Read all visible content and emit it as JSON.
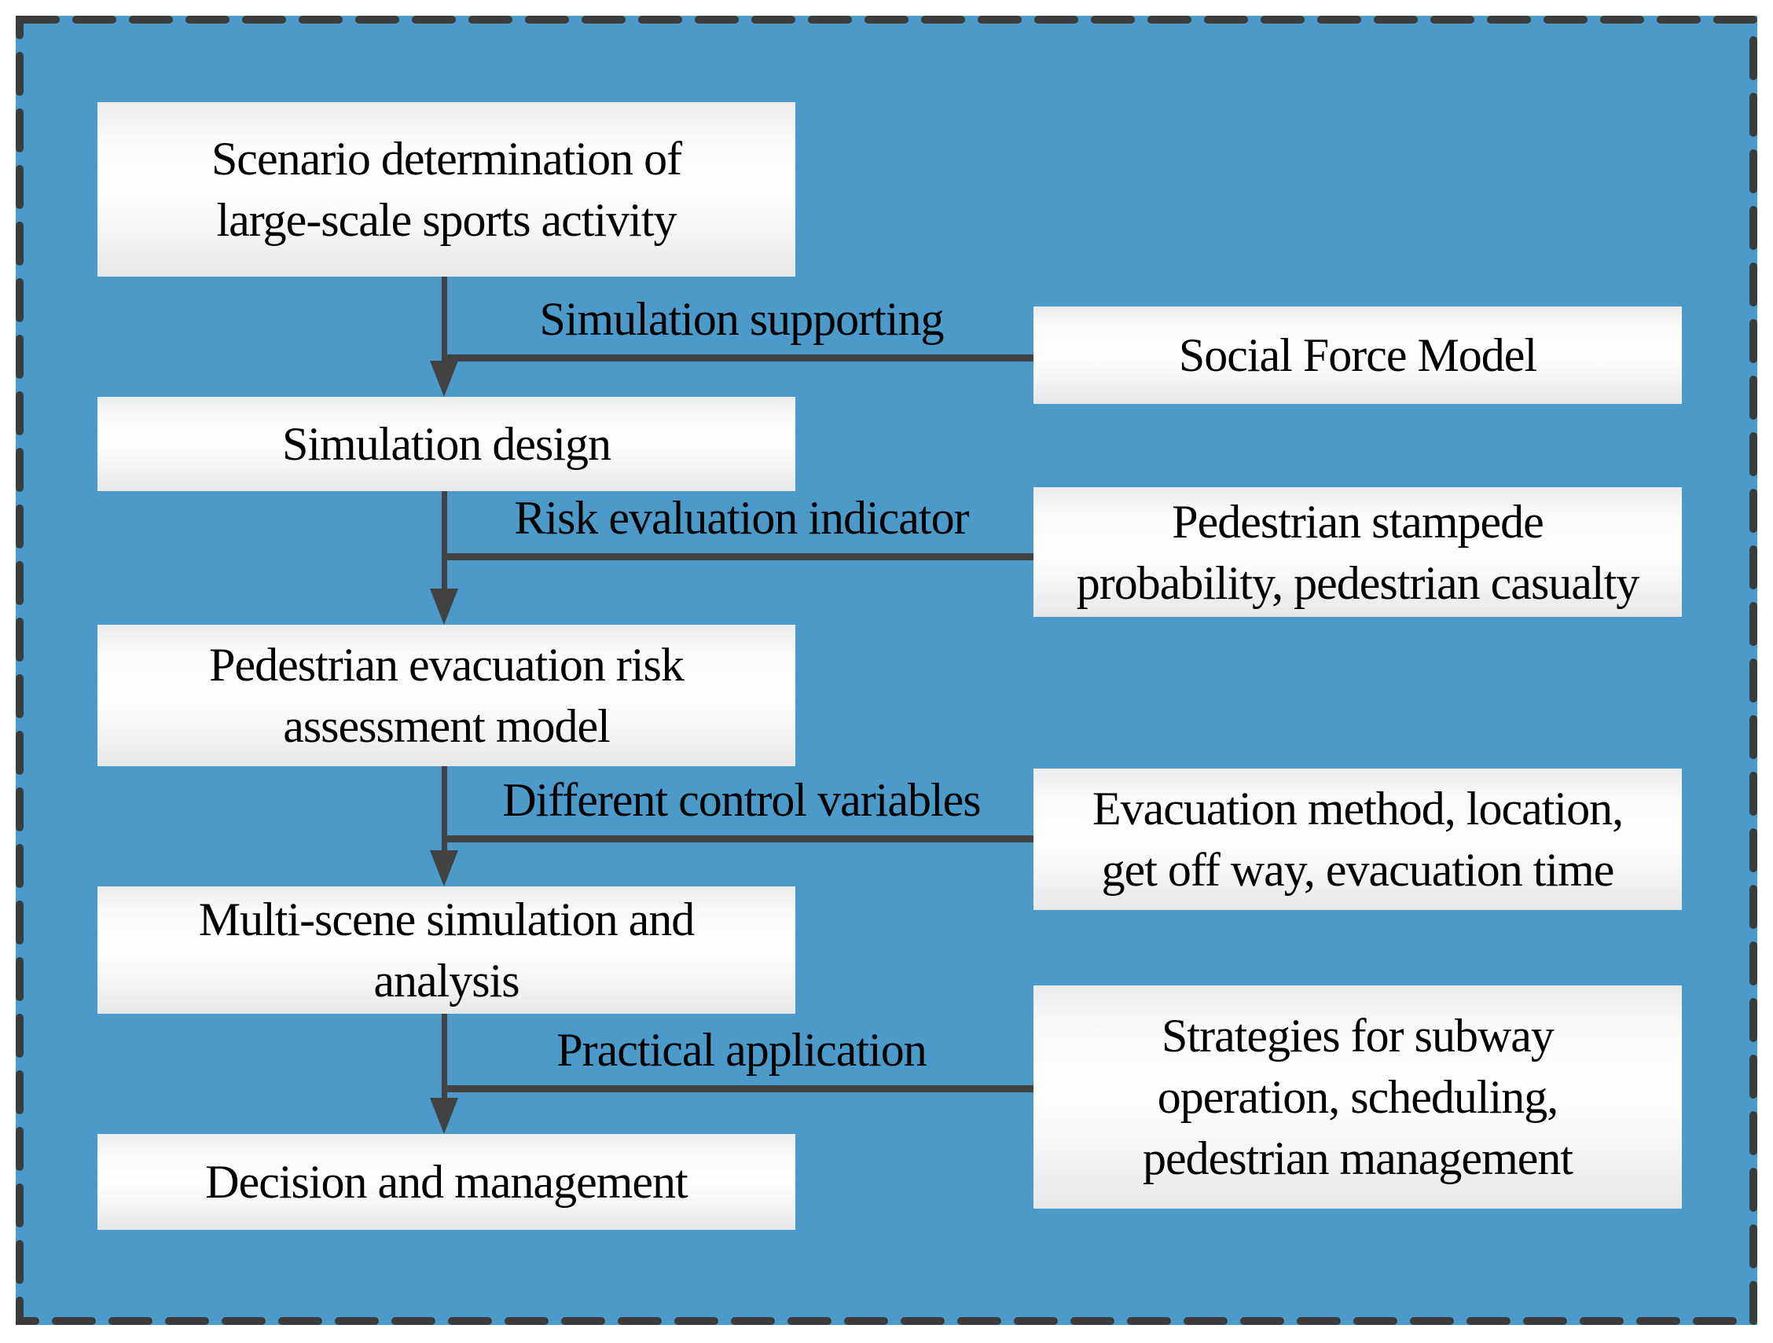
{
  "figure": {
    "type": "flowchart",
    "background_color": "#4c9aca",
    "border_color": "#3c3c3c",
    "connector_color": "#424242",
    "box_text_color": "#000000"
  },
  "flow_boxes": [
    {
      "label": "Scenario determination of\nlarge-scale sports activity"
    },
    {
      "label": "Simulation design"
    },
    {
      "label": "Pedestrian evacuation risk\nassessment model"
    },
    {
      "label": "Multi-scene simulation and\nanalysis"
    },
    {
      "label": "Decision and management"
    }
  ],
  "side_boxes": [
    {
      "label": "Social Force Model"
    },
    {
      "label": "Pedestrian stampede\nprobability, pedestrian casualty"
    },
    {
      "label": "Evacuation method, location,\nget off way, evacuation time"
    },
    {
      "label": "Strategies for subway\noperation, scheduling,\npedestrian management"
    }
  ],
  "edge_labels": [
    {
      "label": "Simulation supporting"
    },
    {
      "label": "Risk evaluation indicator"
    },
    {
      "label": "Different control variables"
    },
    {
      "label": "Practical application"
    }
  ]
}
